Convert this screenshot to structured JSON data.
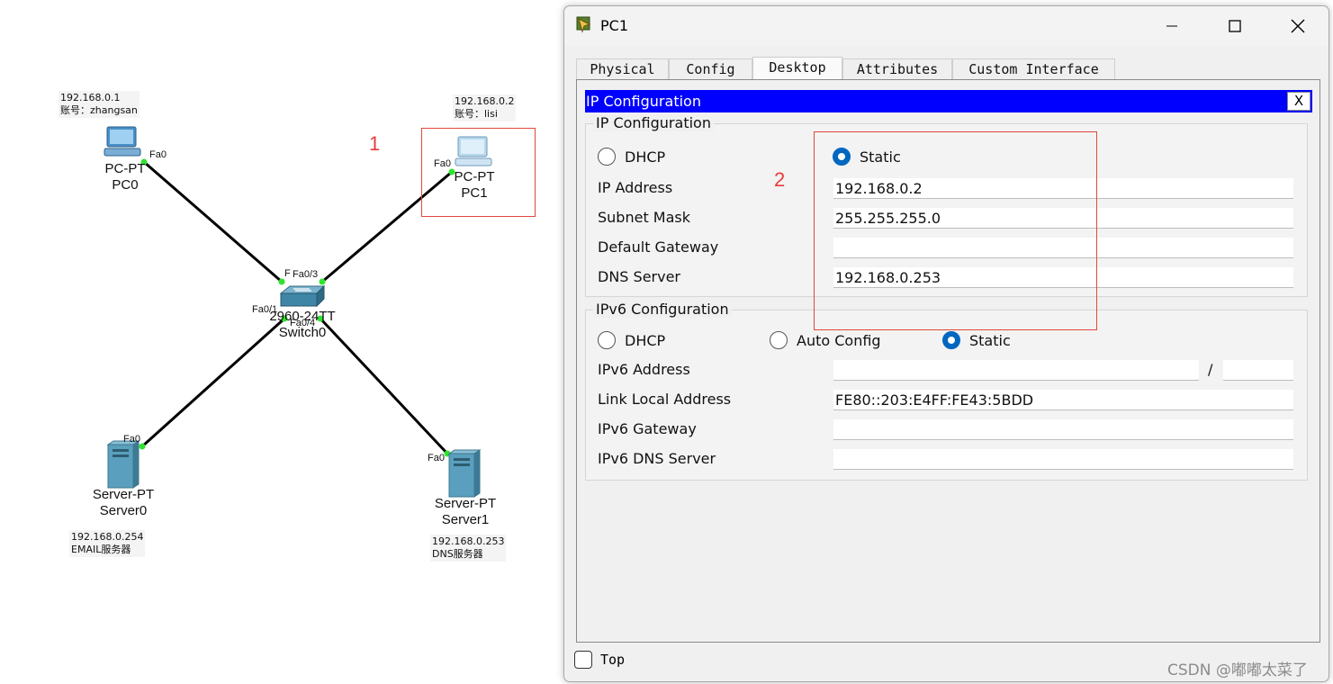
{
  "topology": {
    "notes": {
      "pc0": {
        "ip": "192.168.0.1",
        "account": "账号：zhangsan"
      },
      "pc1": {
        "ip": "192.168.0.2",
        "account": "账号：lisi"
      },
      "server0": {
        "ip": "192.168.0.254",
        "role": "EMAIL服务器"
      },
      "server1": {
        "ip": "192.168.0.253",
        "role": "DNS服务器"
      }
    },
    "devices": {
      "pc0": {
        "model": "PC-PT",
        "name": "PC0",
        "port": "Fa0"
      },
      "pc1": {
        "model": "PC-PT",
        "name": "PC1",
        "port": "Fa0"
      },
      "server0": {
        "model": "Server-PT",
        "name": "Server0",
        "port": "Fa0"
      },
      "server1": {
        "model": "Server-PT",
        "name": "Server1",
        "port": "Fa0"
      },
      "switch0": {
        "model": "2960-24TT",
        "name": "Switch0",
        "ports": {
          "to_pc0": "F",
          "to_pc1": "Fa0/3",
          "to_server0": "Fa0/1",
          "to_server1": "Fa0/4"
        }
      }
    },
    "annotations": {
      "one": "1",
      "two": "2"
    },
    "colors": {
      "link": "#000000",
      "port_led": "#2ee52e",
      "annotation": "#e0483c"
    }
  },
  "window": {
    "title": "PC1",
    "controls": {
      "minimize": "minimize-icon",
      "maximize": "maximize-icon",
      "close": "close-icon"
    },
    "tabs": [
      "Physical",
      "Config",
      "Desktop",
      "Attributes",
      "Custom Interface"
    ],
    "active_tab": "Desktop",
    "ip_config": {
      "bar_title": "IP Configuration",
      "close_label": "X",
      "ipv4": {
        "group_title": "IP Configuration",
        "dhcp_label": "DHCP",
        "static_label": "Static",
        "selected": "Static",
        "ip_address_label": "IP Address",
        "ip_address": "192.168.0.2",
        "subnet_mask_label": "Subnet Mask",
        "subnet_mask": "255.255.255.0",
        "gateway_label": "Default Gateway",
        "gateway": "",
        "dns_label": "DNS Server",
        "dns": "192.168.0.253"
      },
      "ipv6": {
        "group_title": "IPv6 Configuration",
        "dhcp_label": "DHCP",
        "auto_label": "Auto Config",
        "static_label": "Static",
        "selected": "Static",
        "address_label": "IPv6 Address",
        "address": "",
        "prefix_separator": "/",
        "prefix": "",
        "link_local_label": "Link Local Address",
        "link_local": "FE80::203:E4FF:FE43:5BDD",
        "gateway_label": "IPv6 Gateway",
        "gateway": "",
        "dns_label": "IPv6 DNS Server",
        "dns": ""
      }
    },
    "top_checkbox": {
      "label": "Top",
      "checked": false
    },
    "colors": {
      "ip_bar": "#0000ff",
      "radio_selected": "#0067c0"
    }
  },
  "watermark": "CSDN @嘟嘟太菜了"
}
